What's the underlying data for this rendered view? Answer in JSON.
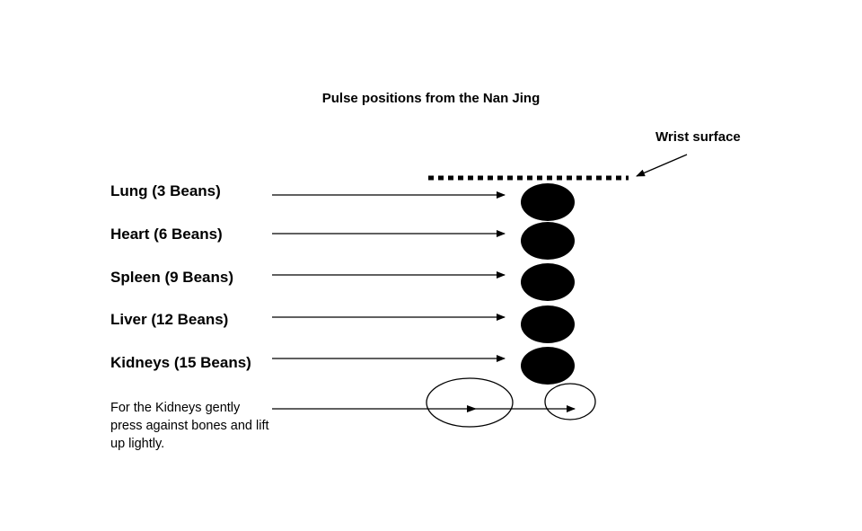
{
  "title": "Pulse positions from the Nan Jing",
  "wrist_label": "Wrist surface",
  "levels": [
    {
      "label": "Lung (3 Beans)"
    },
    {
      "label": "Heart (6 Beans)"
    },
    {
      "label": "Spleen (9 Beans)"
    },
    {
      "label": "Liver (12 Beans)"
    },
    {
      "label": "Kidneys (15 Beans)"
    }
  ],
  "note": "For the Kidneys gently press against bones and lift up lightly."
}
